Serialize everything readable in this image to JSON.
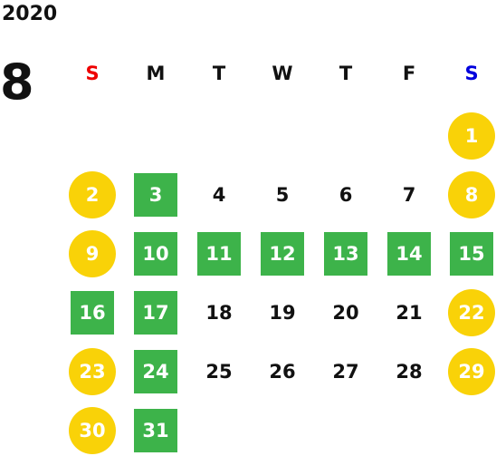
{
  "year": "2020",
  "month": "8",
  "colors": {
    "sunday": "#ee0000",
    "saturday": "#0000dd",
    "weekend_circle": "#f9d208",
    "business_day_square": "#3db34a"
  },
  "weekdays": [
    "S",
    "M",
    "T",
    "W",
    "T",
    "F",
    "S"
  ],
  "weeks": [
    [
      {
        "day": "",
        "style": "empty"
      },
      {
        "day": "",
        "style": "empty"
      },
      {
        "day": "",
        "style": "empty"
      },
      {
        "day": "",
        "style": "empty"
      },
      {
        "day": "",
        "style": "empty"
      },
      {
        "day": "",
        "style": "empty"
      },
      {
        "day": "1",
        "style": "weekend"
      }
    ],
    [
      {
        "day": "2",
        "style": "weekend"
      },
      {
        "day": "3",
        "style": "green"
      },
      {
        "day": "4",
        "style": "plain"
      },
      {
        "day": "5",
        "style": "plain"
      },
      {
        "day": "6",
        "style": "plain"
      },
      {
        "day": "7",
        "style": "plain"
      },
      {
        "day": "8",
        "style": "weekend"
      }
    ],
    [
      {
        "day": "9",
        "style": "weekend"
      },
      {
        "day": "10",
        "style": "green"
      },
      {
        "day": "11",
        "style": "green"
      },
      {
        "day": "12",
        "style": "green"
      },
      {
        "day": "13",
        "style": "green"
      },
      {
        "day": "14",
        "style": "green"
      },
      {
        "day": "15",
        "style": "green"
      }
    ],
    [
      {
        "day": "16",
        "style": "green"
      },
      {
        "day": "17",
        "style": "green"
      },
      {
        "day": "18",
        "style": "plain"
      },
      {
        "day": "19",
        "style": "plain"
      },
      {
        "day": "20",
        "style": "plain"
      },
      {
        "day": "21",
        "style": "plain"
      },
      {
        "day": "22",
        "style": "weekend"
      }
    ],
    [
      {
        "day": "23",
        "style": "weekend"
      },
      {
        "day": "24",
        "style": "green"
      },
      {
        "day": "25",
        "style": "plain"
      },
      {
        "day": "26",
        "style": "plain"
      },
      {
        "day": "27",
        "style": "plain"
      },
      {
        "day": "28",
        "style": "plain"
      },
      {
        "day": "29",
        "style": "weekend"
      }
    ],
    [
      {
        "day": "30",
        "style": "weekend"
      },
      {
        "day": "31",
        "style": "green"
      },
      {
        "day": "",
        "style": "empty"
      },
      {
        "day": "",
        "style": "empty"
      },
      {
        "day": "",
        "style": "empty"
      },
      {
        "day": "",
        "style": "empty"
      },
      {
        "day": "",
        "style": "empty"
      }
    ]
  ]
}
